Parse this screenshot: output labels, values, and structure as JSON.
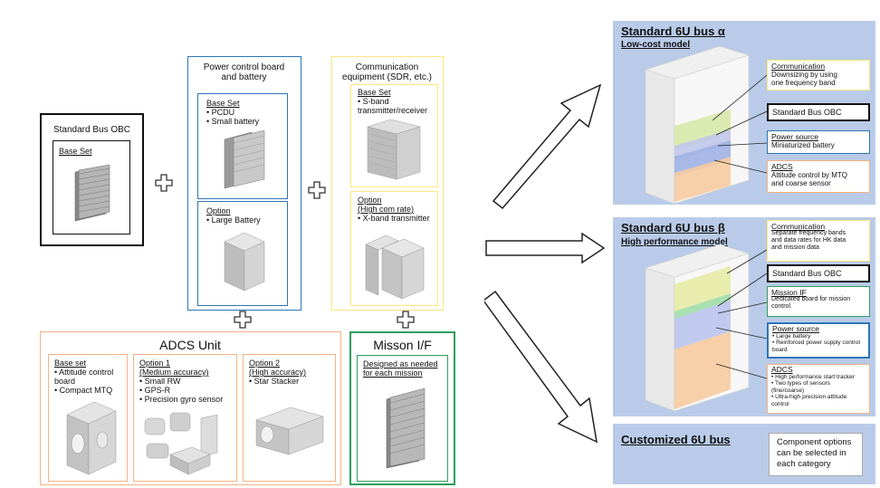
{
  "obc": {
    "title": "Standard Bus OBC",
    "base_set": "Base Set"
  },
  "power": {
    "title": "Power control board\nand battery",
    "base_set": "Base Set",
    "base_items": [
      "• PCDU",
      "• Small battery"
    ],
    "option": "Option",
    "option_items": [
      "• Large Battery"
    ]
  },
  "comm": {
    "title": "Communication\nequipment (SDR, etc.)",
    "base_set": "Base Set",
    "base_items": [
      "• S-band\n  transmitter/receiver"
    ],
    "option": "Option\n(High com rate)",
    "option_items": [
      "• X-band transmitter"
    ]
  },
  "adcs": {
    "title": "ADCS Unit",
    "base_set": "Base set",
    "base_items": [
      "• Attitude control\n  board",
      "• Compact MTQ"
    ],
    "option1": "Option 1\n(Medium accuracy)",
    "option1_items": [
      "• Small RW",
      "• GPS-R",
      "• Precision gyro sensor"
    ],
    "option2": "Option 2\n(High accuracy)",
    "option2_items": [
      "• Star Stacker"
    ]
  },
  "mission": {
    "title": "Misson I/F",
    "desc": "Designed as needed\nfor each mission"
  },
  "bus_alpha": {
    "title": "Standard 6U bus α",
    "subtitle": "Low-cost model",
    "labels": [
      {
        "title": "Communication",
        "text": "Downsizing by using\none frequency band"
      },
      {
        "title": "",
        "text": "Standard Bus OBC"
      },
      {
        "title": "Power source",
        "text": "Miniaturized battery"
      },
      {
        "title": "ADCS",
        "text": "Attitude control by MTQ\nand coarse sensor"
      }
    ]
  },
  "bus_beta": {
    "title": "Standard 6U bus β",
    "subtitle": "High performance model",
    "labels": [
      {
        "title": "Communication",
        "text": "Separate frequency bands\nand data rates for HK data\nand mission data"
      },
      {
        "title": "",
        "text": "Standard Bus OBC"
      },
      {
        "title": "Mission IF",
        "text": "Dedicated board for mission\ncontrol"
      },
      {
        "title": "Power source",
        "text": "• Large battery\n• Reinforced power supply control\n  board"
      },
      {
        "title": "ADCS",
        "text": "• High performance start tracker\n• Two types of sensors\n  (fine/coarse)\n• Ultra-high precision attitude\n  control"
      }
    ]
  },
  "custom": {
    "title": "Customized 6U bus",
    "text": "Component options\ncan be selected in\neach category"
  },
  "colors": {
    "power_blue": "#2e75b6",
    "comm_yellow": "#ffe57f",
    "adcs_orange": "#f4b183",
    "mission_green": "#2e9e5b",
    "bus_bg": "#b9cbe8"
  }
}
